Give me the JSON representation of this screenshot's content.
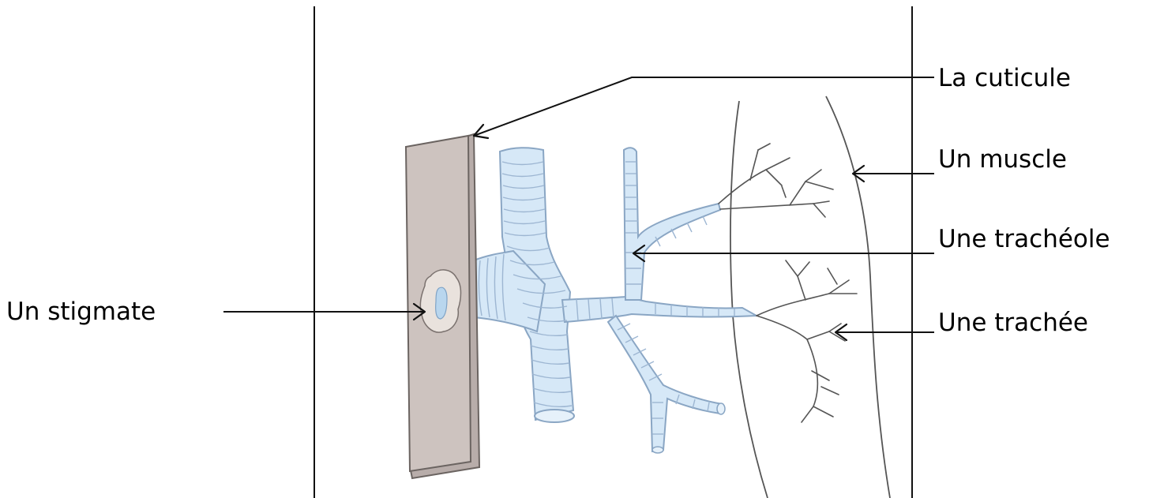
{
  "labels": {
    "cuticule": "La cuticule",
    "muscle": "Un muscle",
    "tracheole": "Une trachéole",
    "trachee": "Une trachée",
    "stigmate": "Un stigmate"
  },
  "colors": {
    "tube_fill": "#d6e8f7",
    "tube_ring": "#9db6d2",
    "cuticle_fill": "#cdc3bf",
    "cuticle_edge": "#6b6461",
    "spiracle_fill": "#e9e2dd",
    "spiracle_center": "#b9d6ee"
  }
}
